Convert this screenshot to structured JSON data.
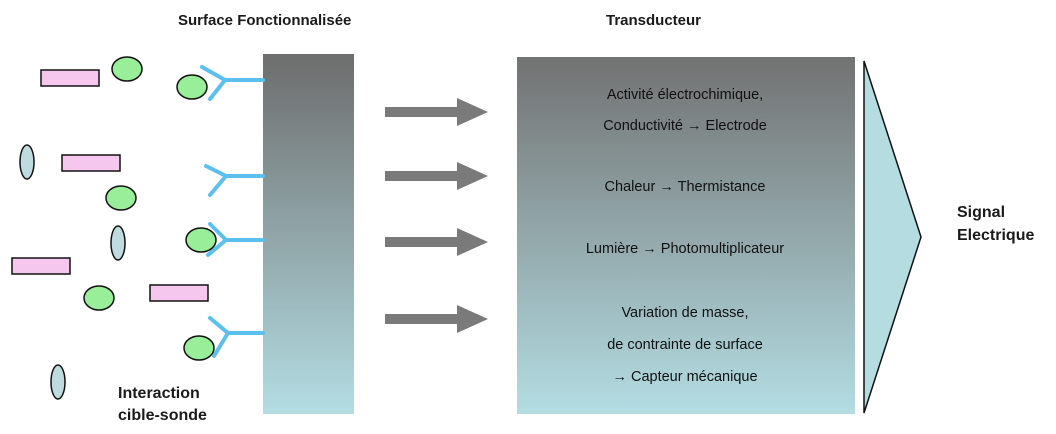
{
  "labels": {
    "surface_title": "Surface Fonctionnalisée",
    "transducer_title": "Transducteur",
    "interaction_line1": "Interaction",
    "interaction_line2": "cible-sonde",
    "signal_line1": "Signal",
    "signal_line2": "Electrique"
  },
  "transducer_lines": [
    "Activité électrochimique,",
    "Conductivité  →  Electrode",
    "Chaleur → Thermistance",
    "Lumière  →  Photomultiplicateur",
    "Variation de masse,",
    "de contrainte de surface",
    "→  Capteur mécanique"
  ],
  "colors": {
    "pink_rect": "#f5c6ee",
    "green_ellipse": "#99ee99",
    "blue_ellipse": "#c0dbe0",
    "probe": "#5bc0ee",
    "arrow": "#7a7a7a",
    "gradient_top": "#6f6f6f",
    "gradient_bottom": "#b2dde3",
    "signal_fill": "#b5dde1"
  }
}
